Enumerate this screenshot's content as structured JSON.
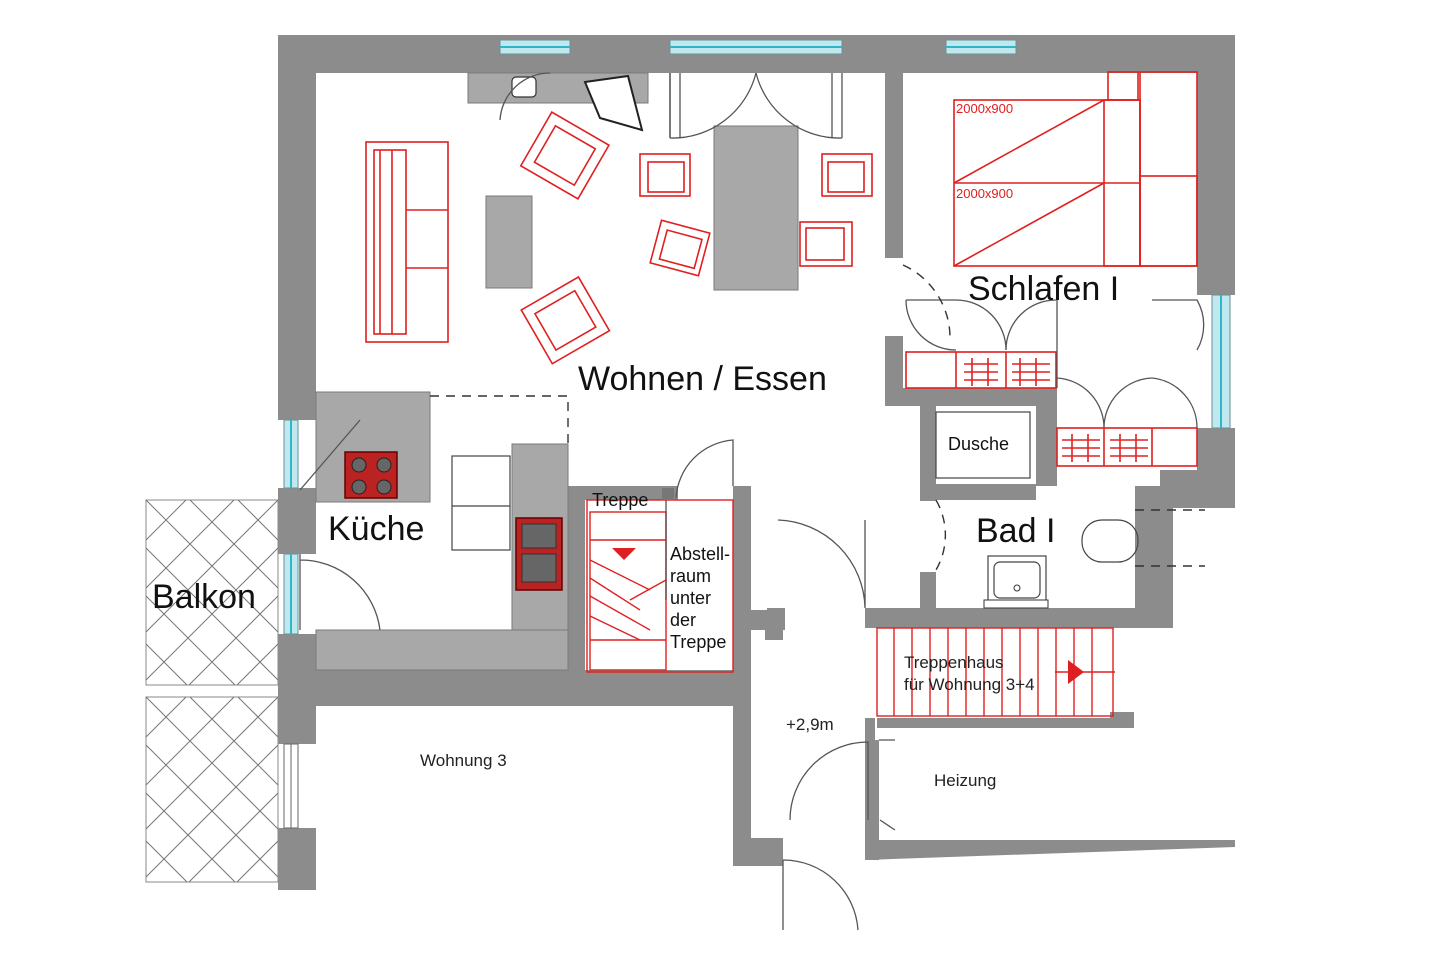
{
  "rooms": {
    "wohnen_essen": "Wohnen / Essen",
    "schlafen": "Schlafen I",
    "kueche": "Küche",
    "balkon": "Balkon",
    "bad": "Bad I",
    "dusche": "Dusche",
    "treppe": "Treppe",
    "abstellraum": [
      "Abstell-",
      "raum",
      "unter",
      "der",
      "Treppe"
    ],
    "treppenhaus": [
      "Treppenhaus",
      "für Wohnung 3+4"
    ],
    "wohnung3": "Wohnung 3",
    "heizung": "Heizung",
    "level": "+2,9m"
  },
  "bed_labels": [
    "2000x900",
    "2000x900"
  ],
  "colors": {
    "wall": "#8c8c8c",
    "furniture": "#e02020",
    "window": "#2fb7c9",
    "fixture": "#a8a8a8"
  }
}
